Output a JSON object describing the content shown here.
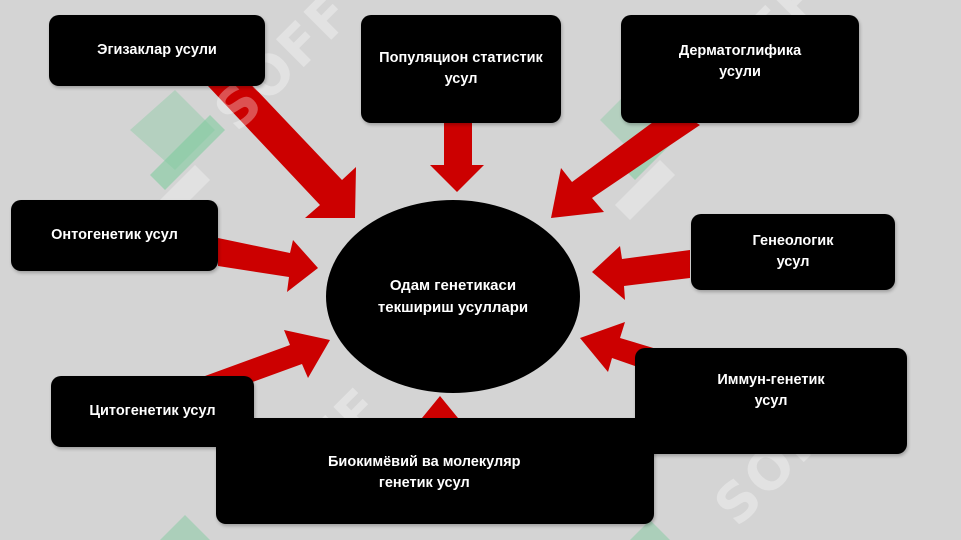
{
  "center": {
    "label": "Одам генетикаси\nтекшириш усуллари"
  },
  "methods": {
    "twins": "Эгизаклар усули",
    "population": "Популяцион статистик\nусул",
    "dermatoglyphics": "Дерматоглифика\nусули",
    "ontogenetic": "Онтогенетик усул",
    "genealogical": "Генеологик\nусул",
    "cytogenetic": "Цитогенетик усул",
    "immunogenetic": "Иммун-генетик\nусул",
    "biochemical": "Биокимёвий  ва молекуляр\nгенетик усул"
  },
  "colors": {
    "background": "#d4d4d4",
    "box": "#000000",
    "text": "#ffffff",
    "arrow": "#cc0000",
    "watermark_green": "#2fc26b"
  },
  "watermark": {
    "text": "SOFF"
  }
}
